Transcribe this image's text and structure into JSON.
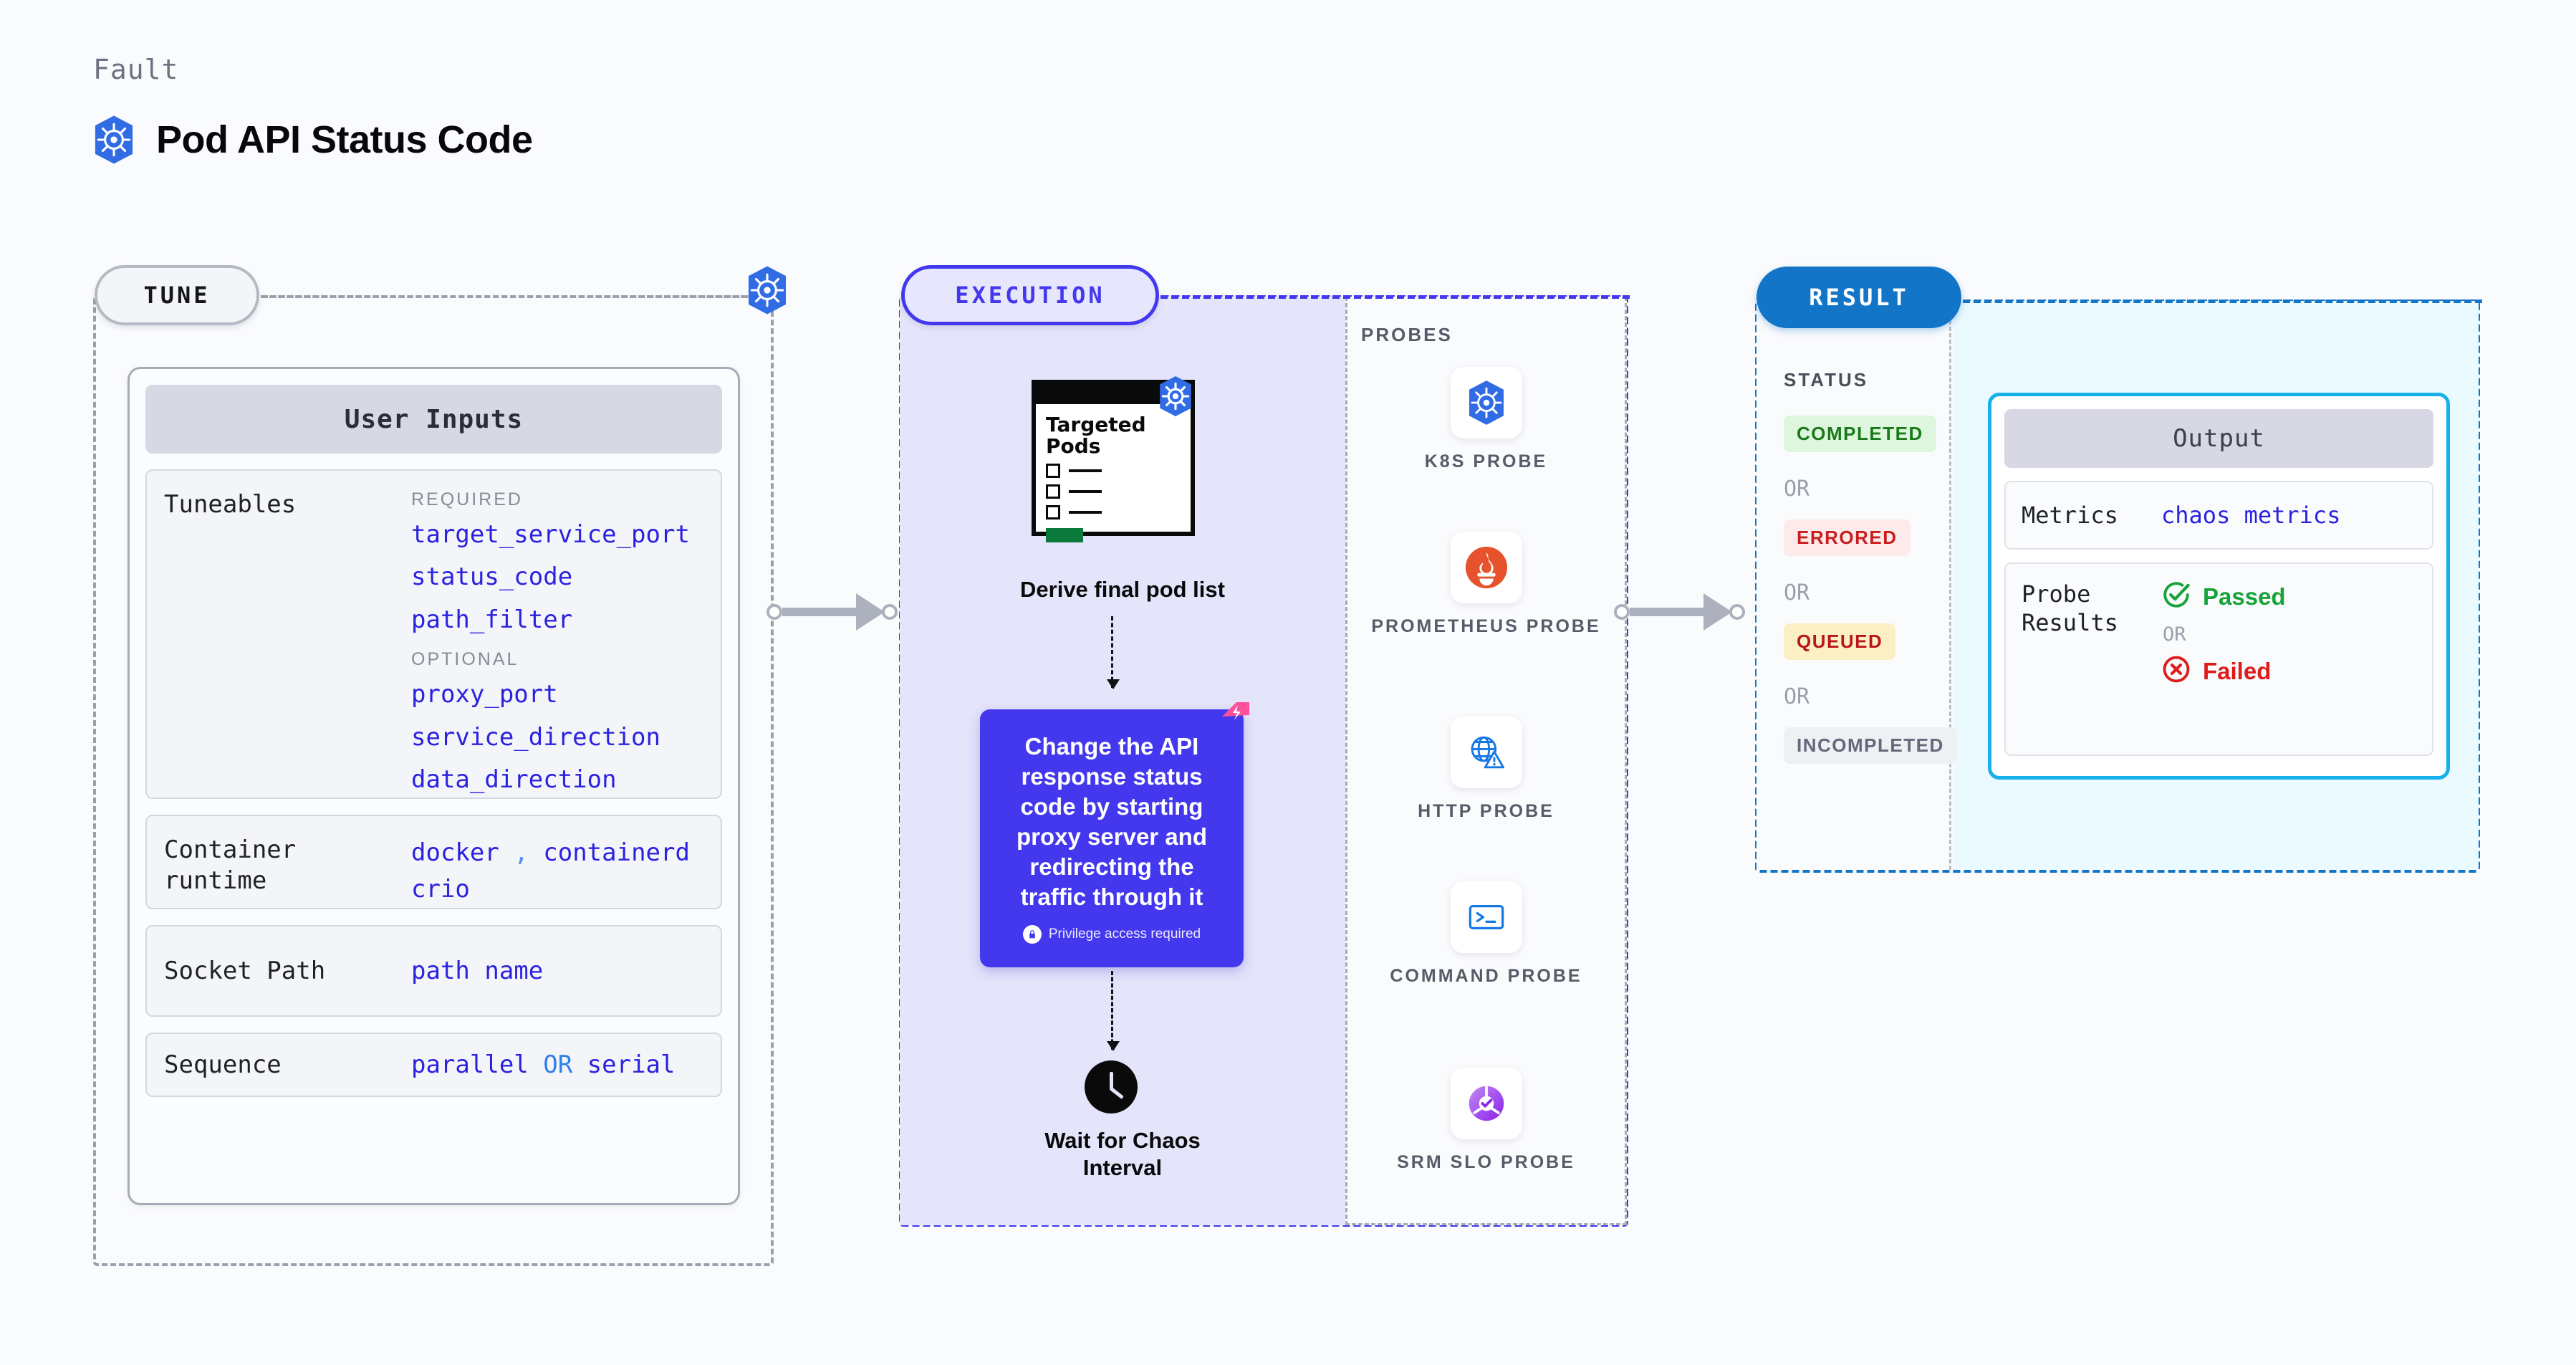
{
  "header": {
    "eyebrow": "Fault",
    "title": "Pod API Status Code",
    "icon": "kubernetes-icon"
  },
  "sections": {
    "tune": {
      "pill_label": "TUNE"
    },
    "execution": {
      "pill_label": "EXECUTION"
    },
    "result": {
      "pill_label": "RESULT"
    }
  },
  "tune": {
    "card_title": "User Inputs",
    "rows": [
      {
        "label": "Tuneables",
        "groups": [
          {
            "title": "REQUIRED",
            "items": [
              "target_service_port",
              "status_code",
              "path_filter"
            ]
          },
          {
            "title": "OPTIONAL",
            "items": [
              "proxy_port",
              "service_direction",
              "data_direction"
            ]
          }
        ]
      },
      {
        "label": "Container runtime",
        "values": [
          "docker",
          "containerd",
          "crio"
        ],
        "separator": ","
      },
      {
        "label": "Socket Path",
        "value": "path name"
      },
      {
        "label": "Sequence",
        "value_left": "parallel",
        "value_or": "OR",
        "value_right": "serial"
      }
    ]
  },
  "execution": {
    "pods_card": {
      "title_line1": "Targeted",
      "title_line2": "Pods",
      "icon": "kubernetes-icon"
    },
    "step1_caption": "Derive final pod list",
    "chaos_card": {
      "text": "Change the API response status code by starting proxy server and redirecting the traffic through it",
      "privilege_note": "Privilege access required",
      "privilege_icon": "lock-icon",
      "corner_icon": "chaos-flag-icon",
      "bg_color": "#4338ee"
    },
    "wait_step": {
      "icon": "clock-icon",
      "caption_line1": "Wait for Chaos",
      "caption_line2": "Interval"
    },
    "probes_label": "PROBES",
    "probes": [
      {
        "name": "K8S PROBE",
        "icon": "kubernetes-icon"
      },
      {
        "name": "PROMETHEUS PROBE",
        "icon": "prometheus-icon"
      },
      {
        "name": "HTTP PROBE",
        "icon": "globe-warning-icon"
      },
      {
        "name": "COMMAND PROBE",
        "icon": "terminal-icon"
      },
      {
        "name": "SRM SLO PROBE",
        "icon": "srm-slo-icon"
      }
    ]
  },
  "result": {
    "status_title": "STATUS",
    "or_label": "OR",
    "statuses": [
      {
        "label": "COMPLETED",
        "bg": "#ddf6dd",
        "fg": "#1a7a1a"
      },
      {
        "label": "ERRORED",
        "bg": "#fdeaea",
        "fg": "#c81e1e"
      },
      {
        "label": "QUEUED",
        "bg": "#fcefc4",
        "fg": "#b8161b"
      },
      {
        "label": "INCOMPLETED",
        "bg": "#eef0f4",
        "fg": "#64697a"
      }
    ],
    "output": {
      "title": "Output",
      "metrics_label": "Metrics",
      "metrics_value": "chaos metrics",
      "probe_results_label": "Probe Results",
      "passed_label": "Passed",
      "passed_icon": "check-circle-icon",
      "or_label": "OR",
      "failed_label": "Failed",
      "failed_icon": "x-circle-icon"
    }
  },
  "colors": {
    "tune_accent": "#9aa0ab",
    "execution_accent": "#4338ee",
    "result_accent": "#1275c8",
    "output_accent": "#17b0ea",
    "mono_value": "#2b22e0"
  }
}
